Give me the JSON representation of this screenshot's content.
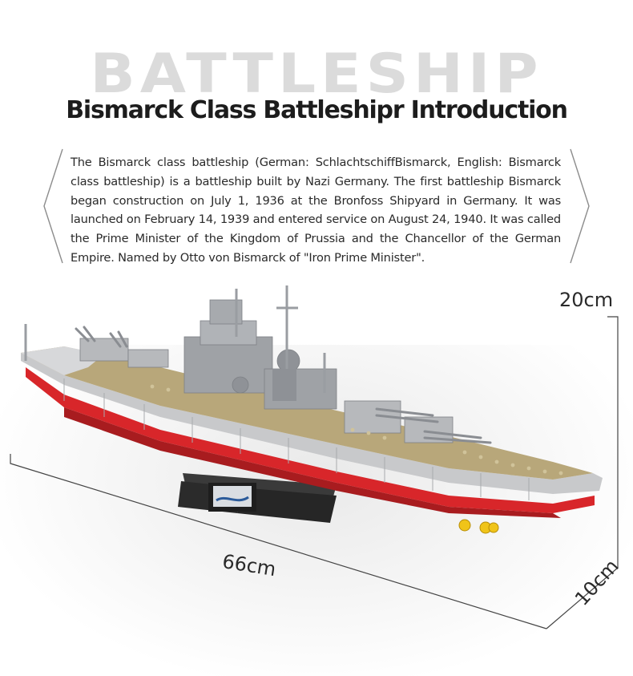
{
  "watermark": "BATTLESHIP",
  "title": "Bismarck Class Battleshipr Introduction",
  "intro": "The Bismarck class battleship (German: SchlachtschiffBismarck, English: Bis­marck class battleship) is a battleship built by Nazi Germany. The first battleship Bismarck began construction on July 1, 1936 at the Bronfoss Shipyard in Germa­ny. It was launched on February 14, 1939 and entered service on August 24, 1940. It was called the Prime Minister of the Kingdom of Prussia and the Chancellor of the German Empire. Named by Otto von Bismarck of \"Iron Prime Minister\".",
  "dimensions": {
    "height": "20cm",
    "length": "66cm",
    "width": "10cm"
  },
  "colors": {
    "hull_red": "#d8262a",
    "hull_grey": "#c8c9cb",
    "deck_tan": "#b8a77a",
    "stand": "#2b2b2b"
  }
}
